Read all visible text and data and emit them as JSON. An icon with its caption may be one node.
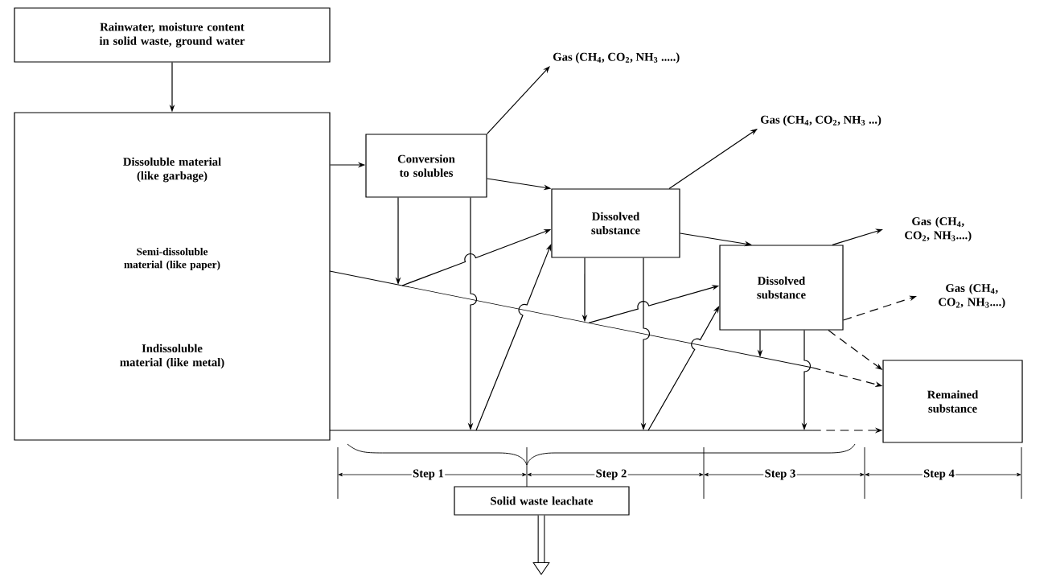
{
  "diagram": {
    "nodes": [
      {
        "text": [
          "Rainwater, moisture content in solid waste, ground water"
        ]
      },
      {
        "text": [
          "Dissoluble material (like garbage)",
          "Semi-dissoluble material (like paper)",
          "Indissoluble material (like metal)"
        ]
      },
      {
        "text": [
          "Conversion to solubles"
        ]
      },
      {
        "text": [
          "Gas (CH$_{4}$, CO$_{2}$, NH$_{3}$ .....)"
        ]
      },
      {
        "text": [
          "Dissolved substance"
        ]
      },
      {
        "text": [
          "Gas (CH$_{4}$, CO$_{2}$, NH$_{3}$ ...)"
        ]
      },
      {
        "text": [
          "Dissolved substance"
        ]
      },
      {
        "text": [
          "Gas (CH$_{4}$, CO$_{2}$, NH$_{3}$....)"
        ]
      },
      {
        "text": [
          "Gas (CH$_{4}$, CO$_{2}$, NH$_{3}$....)"
        ]
      },
      {
        "text": [
          "Remained substance"
        ]
      },
      {
        "text": [
          "Solid waste leachate"
        ]
      },
      {
        "text": [],
        "shape": "bar"
      },
      {
        "text": [],
        "shape": "bar"
      }
    ],
    "edges": [
      {
        "from": 0,
        "to": 1,
        "arrow": "to"
      },
      {
        "from": 1,
        "to": 2,
        "arrow": "to"
      },
      {
        "from": 2,
        "to": 3,
        "arrow": "to"
      },
      {
        "from": 2,
        "to": 4,
        "arrow": "to"
      },
      {
        "from": 4,
        "to": 5,
        "arrow": "to"
      },
      {
        "from": 4,
        "to": 6,
        "arrow": "to"
      },
      {
        "from": 6,
        "to": 7,
        "arrow": "to"
      },
      {
        "from": 6,
        "to": 8,
        "arrow": "to",
        "style": "dashed"
      },
      {
        "from": 6,
        "to": 9,
        "arrow": "to",
        "style": "dashed"
      },
      {
        "from": 2,
        "to": 11,
        "arrow": "to"
      },
      {
        "from": 2,
        "to": 12,
        "arrow": "to"
      },
      {
        "from": 11,
        "to": 4,
        "arrow": "to"
      },
      {
        "from": 12,
        "to": 4,
        "arrow": "to"
      },
      {
        "from": 4,
        "to": 11,
        "arrow": "to"
      },
      {
        "from": 4,
        "to": 12,
        "arrow": "to"
      },
      {
        "from": 11,
        "to": 6,
        "arrow": "to"
      },
      {
        "from": 12,
        "to": 6,
        "arrow": "to"
      },
      {
        "from": 6,
        "to": 11,
        "arrow": "to"
      },
      {
        "from": 6,
        "to": 12,
        "arrow": "to"
      },
      {
        "from": 11,
        "to": 9,
        "arrow": "to",
        "style": "dashed"
      },
      {
        "from": 12,
        "to": 9,
        "arrow": "to",
        "style": "dashed"
      },
      {
        "from": 10,
        "to": null,
        "arrow": "to",
        "style": "thick"
      }
    ],
    "labels": [
      "Step 1",
      "Step 2",
      "Step 3",
      "Step 4"
    ]
  }
}
